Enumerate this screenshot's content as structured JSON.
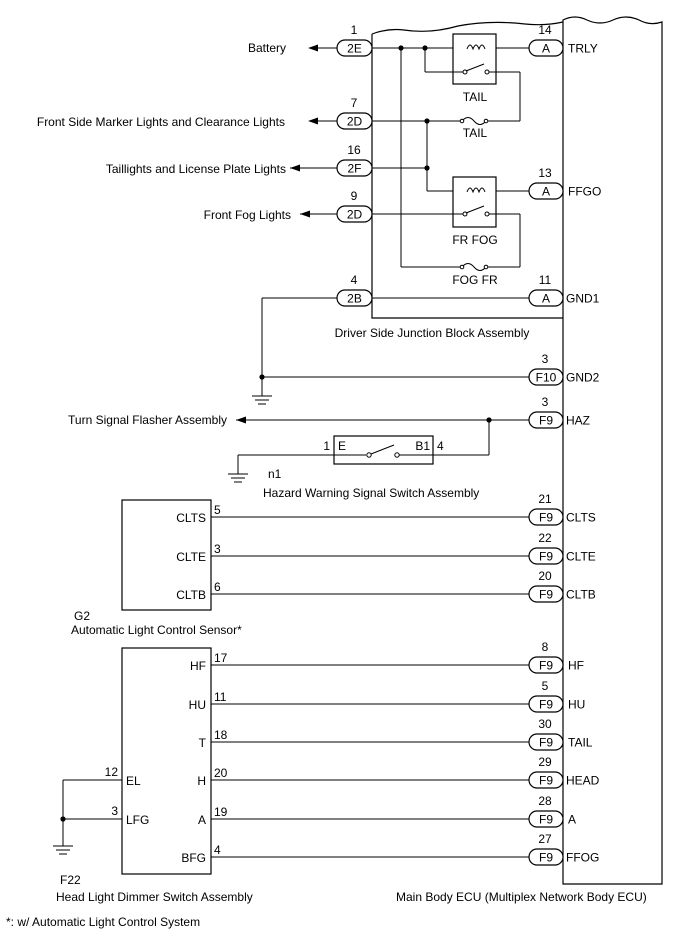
{
  "labels": {
    "battery": "Battery",
    "front_side_marker": "Front Side Marker Lights and Clearance Lights",
    "taillights": "Taillights and License Plate Lights",
    "front_fog": "Front Fog Lights",
    "turn_signal": "Turn  Signal Flasher Assembly",
    "jb_title": "Driver Side Junction Block Assembly",
    "hazard_id": "n1",
    "hazard_title": "Hazard Warning Signal Switch Assembly",
    "sensor_id": "G2",
    "sensor_title": "Automatic Light Control Sensor*",
    "dimmer_id": "F22",
    "dimmer_title": "Head Light Dimmer Switch Assembly",
    "ecu_title": "Main Body ECU (Multiplex Network Body ECU)",
    "footnote": "*: w/ Automatic Light Control System"
  },
  "jb_connectors": [
    {
      "id": "2E",
      "pin": "1"
    },
    {
      "id": "2D",
      "pin": "7"
    },
    {
      "id": "2F",
      "pin": "16"
    },
    {
      "id": "2D",
      "pin": "9"
    },
    {
      "id": "2B",
      "pin": "4"
    }
  ],
  "relays": [
    {
      "name": "TAIL"
    },
    {
      "name": "FR FOG"
    }
  ],
  "fuses": [
    {
      "name": "TAIL"
    },
    {
      "name": "FOG FR"
    }
  ],
  "ecu_terminals": [
    {
      "conn": "A",
      "pin": "14",
      "name": "TRLY"
    },
    {
      "conn": "A",
      "pin": "13",
      "name": "FFGO"
    },
    {
      "conn": "A",
      "pin": "11",
      "name": "GND1"
    },
    {
      "conn": "F10",
      "pin": "3",
      "name": "GND2"
    },
    {
      "conn": "F9",
      "pin": "3",
      "name": "HAZ"
    },
    {
      "conn": "F9",
      "pin": "21",
      "name": "CLTS"
    },
    {
      "conn": "F9",
      "pin": "22",
      "name": "CLTE"
    },
    {
      "conn": "F9",
      "pin": "20",
      "name": "CLTB"
    },
    {
      "conn": "F9",
      "pin": "8",
      "name": "HF"
    },
    {
      "conn": "F9",
      "pin": "5",
      "name": "HU"
    },
    {
      "conn": "F9",
      "pin": "30",
      "name": "TAIL"
    },
    {
      "conn": "F9",
      "pin": "29",
      "name": "HEAD"
    },
    {
      "conn": "F9",
      "pin": "28",
      "name": "A"
    },
    {
      "conn": "F9",
      "pin": "27",
      "name": "FFOG"
    }
  ],
  "hazard_switch": {
    "left_term": "E",
    "right_term": "B1",
    "left_pin": "1",
    "right_pin": "4"
  },
  "sensor_terminals": [
    {
      "name": "CLTS",
      "pin": "5"
    },
    {
      "name": "CLTE",
      "pin": "3"
    },
    {
      "name": "CLTB",
      "pin": "6"
    }
  ],
  "dimmer_terminals": [
    {
      "name": "HF",
      "pin": "17"
    },
    {
      "name": "HU",
      "pin": "11"
    },
    {
      "name": "T",
      "pin": "18"
    },
    {
      "name": "H",
      "pin": "20"
    },
    {
      "name": "A",
      "pin": "19"
    },
    {
      "name": "BFG",
      "pin": "4"
    }
  ],
  "dimmer_left_terminals": [
    {
      "name": "EL",
      "pin": "12"
    },
    {
      "name": "LFG",
      "pin": "3"
    }
  ]
}
